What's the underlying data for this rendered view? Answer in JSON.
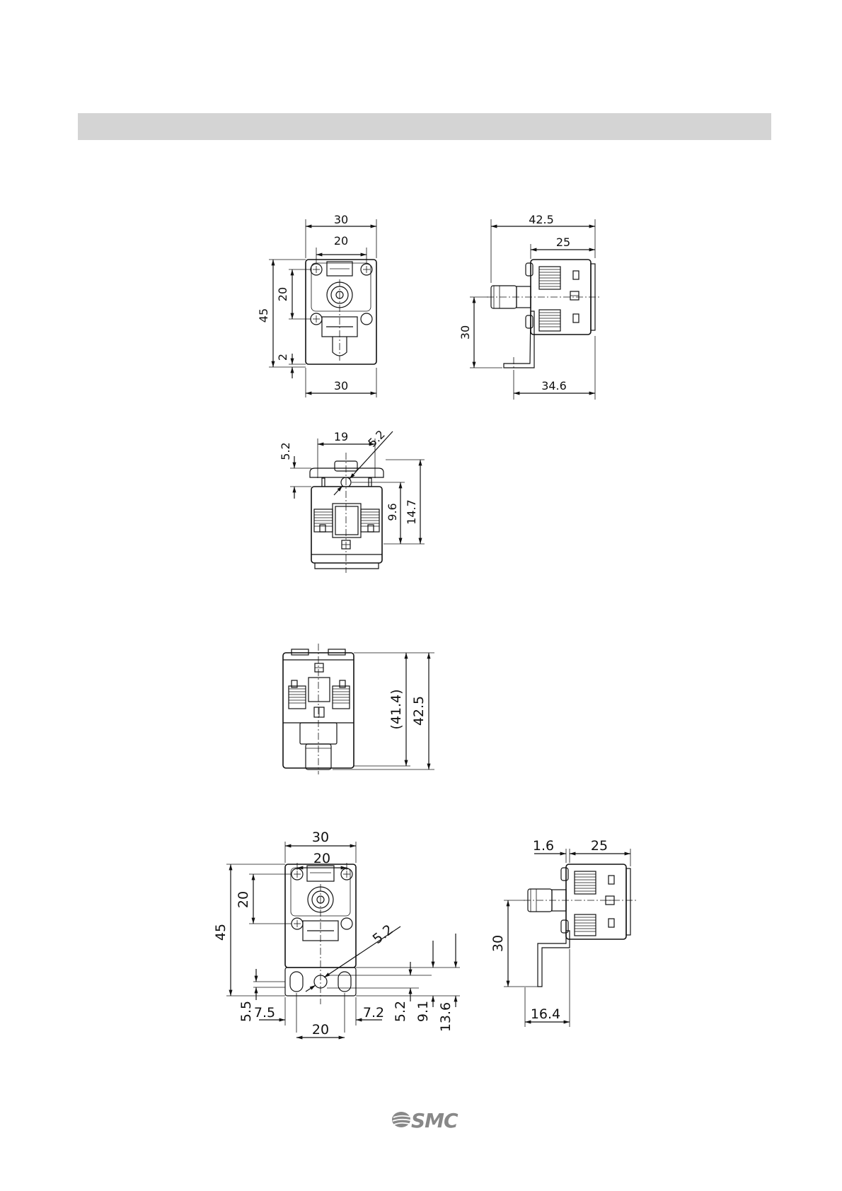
{
  "brand": "SMC",
  "view_a_front": {
    "width_top": "30",
    "pitch_top": "20",
    "height": "45",
    "pitch_vert": "20",
    "offset": "2",
    "width_bottom": "30"
  },
  "view_a_side": {
    "overall": "42.5",
    "body": "25",
    "height": "30",
    "bracket": "34.6"
  },
  "view_a_bottom": {
    "pitch": "19",
    "hole": "5.2",
    "offset": "5.2",
    "dim1": "9.6",
    "dim2": "14.7"
  },
  "view_b_top": {
    "inner": "(41.4)",
    "overall": "42.5"
  },
  "view_c_front": {
    "width_top": "30",
    "pitch_top": "20",
    "height": "45",
    "pitch_vert": "20",
    "hole": "5.2",
    "left_offset": "5.5",
    "left_pitch": "7.5",
    "right_pitch": "7.2",
    "dim1": "5.2",
    "dim2": "9.1",
    "dim3": "13.6",
    "bottom_pitch": "20"
  },
  "view_c_side": {
    "bracket_thk": "1.6",
    "body": "25",
    "height": "30",
    "bracket": "16.4"
  }
}
